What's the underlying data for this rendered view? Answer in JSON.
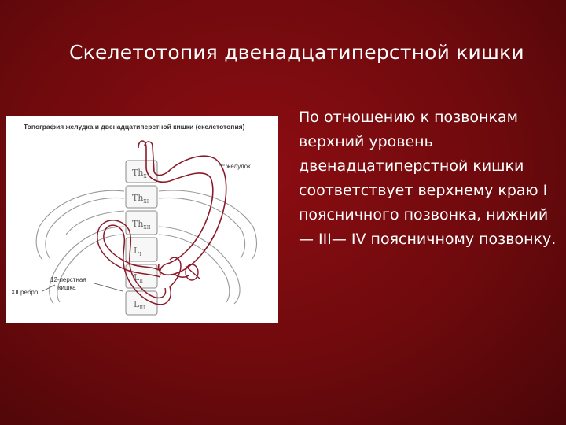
{
  "slide": {
    "title": "Скелетотопия двенадцатиперстной кишки",
    "body": "По отношению к позвонкам верхний уровень двенадцатиперстной кишки соответствует верхнему краю I поясничного позвонка, нижний — III— IV поясничному позвонку."
  },
  "figure": {
    "caption": "Топография желудка и двенадцатиперстной кишки (скелетотопия)",
    "labels": {
      "stomach": "желудок",
      "duodenum_line1": "12-перстная",
      "duodenum_line2": "кишка",
      "rib": "XII ребро"
    },
    "vertebrae": [
      {
        "base": "Th",
        "sub": "X"
      },
      {
        "base": "Th",
        "sub": "XI"
      },
      {
        "base": "Th",
        "sub": "XII"
      },
      {
        "base": "L",
        "sub": "I"
      },
      {
        "base": "L",
        "sub": "II"
      },
      {
        "base": "L",
        "sub": "III"
      }
    ],
    "colors": {
      "organ": "#8b1a2a",
      "bone": "#888888"
    }
  }
}
